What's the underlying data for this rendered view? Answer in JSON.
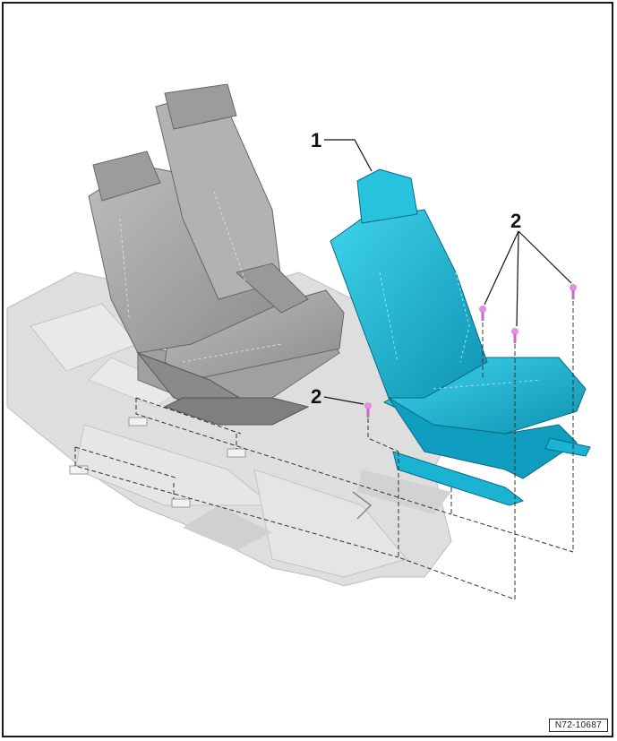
{
  "callouts": {
    "seat": "1",
    "bolts_upper": "2",
    "bolt_left": "2"
  },
  "figure_id": "N72-10687",
  "colors": {
    "highlight_seat": "#16b8d6",
    "bolt": "#e28ee3",
    "grey_part": "#a7a7a7",
    "floor": "#dddddd"
  }
}
